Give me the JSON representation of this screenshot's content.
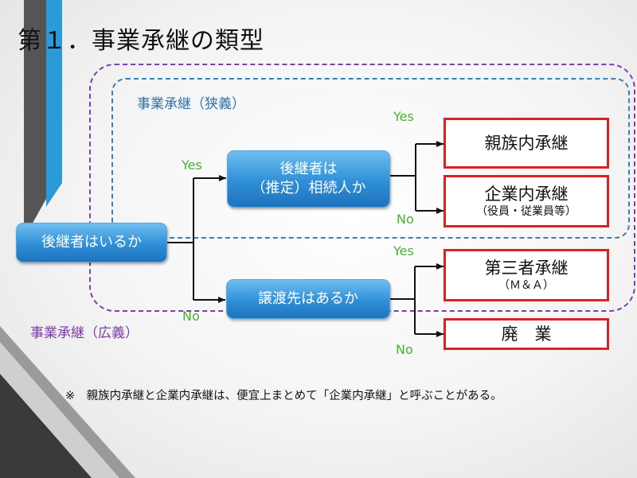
{
  "title": "第１．事業承継の類型",
  "labels": {
    "narrow": "事業承継（狭義）",
    "broad": "事業承継（広義）"
  },
  "nodes": {
    "root": "後継者はいるか",
    "successor_line1": "後継者は",
    "successor_line2": "（推定）相続人か",
    "transfer": "譲渡先はあるか"
  },
  "outcomes": {
    "family": "親族内承継",
    "internal_main": "企業内承継",
    "internal_sub": "（役員・従業員等）",
    "third_main": "第三者承継",
    "third_sub": "（Ｍ＆Ａ）",
    "closure": "廃　業"
  },
  "branches": {
    "yes_root": "Yes",
    "no_root": "No",
    "yes_successor": "Yes",
    "no_successor": "No",
    "yes_transfer": "Yes",
    "no_transfer": "No"
  },
  "note": "※　親族内承継と企業内承継は、便宜上まとめて「企業内承継」と呼ぶことがある。",
  "colors": {
    "narrow_border": "#3b7fb0",
    "broad_border": "#7b3fa8",
    "outcome_border": "#e02020",
    "yes_no": "#48b030",
    "node_fill": "#2f8fd6"
  }
}
